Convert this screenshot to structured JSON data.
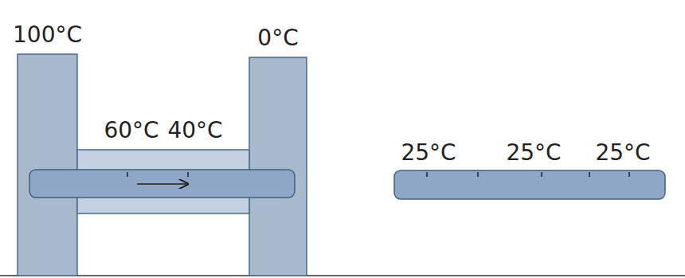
{
  "diagram": {
    "nodes": [
      {
        "text": [
          "100°C"
        ]
      },
      {
        "text": [
          "0°C"
        ]
      }
    ],
    "labels": [
      "60°C",
      "40°C",
      "25°C",
      "25°C",
      "25°C"
    ]
  }
}
